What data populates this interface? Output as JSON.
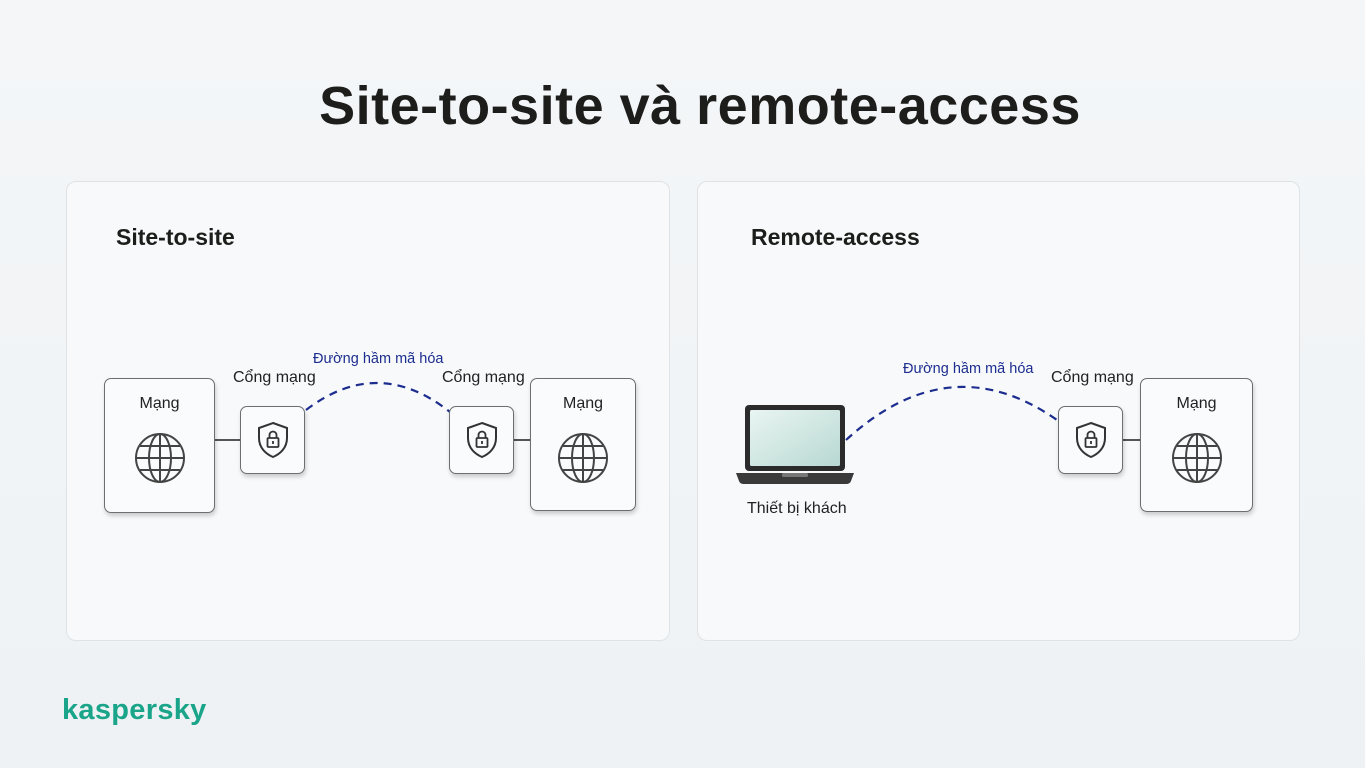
{
  "title": "Site-to-site và remote-access",
  "site_to_site": {
    "heading": "Site-to-site",
    "network_left": "Mạng",
    "gateway_left": "Cổng mạng",
    "tunnel": "Đường hầm mã hóa",
    "gateway_right": "Cổng mạng",
    "network_right": "Mạng"
  },
  "remote_access": {
    "heading": "Remote-access",
    "client": "Thiết bị khách",
    "tunnel": "Đường hầm mã hóa",
    "gateway": "Cổng mạng",
    "network": "Mạng"
  },
  "brand": {
    "logo": "kaspersky",
    "logo_color": "#1aa58a",
    "tunnel_color": "#1c2d8f"
  },
  "icons": [
    "globe-icon",
    "shield-lock-icon",
    "laptop-icon"
  ]
}
